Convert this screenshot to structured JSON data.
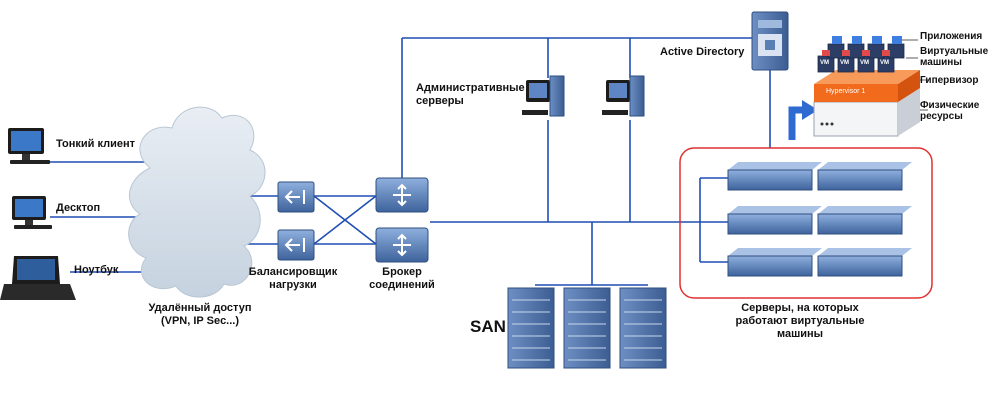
{
  "colors": {
    "link_line": "#1f4fb5",
    "server_cluster_outline": "#e03030",
    "hypervisor_layer": "#f26b1d",
    "device_blue": "#5a7fb5",
    "cloud_fill": "#d6e0ea"
  },
  "clients": {
    "thin_client": "Тонкий клиент",
    "desktop": "Десктоп",
    "laptop": "Ноутбук"
  },
  "remote_access": {
    "line1": "Удалённый доступ",
    "line2": "(VPN, IP Sec...)"
  },
  "load_balancer": {
    "line1": "Балансировщик",
    "line2": "нагрузки"
  },
  "connection_broker": {
    "line1": "Брокер",
    "line2": "соединений"
  },
  "admin_servers": {
    "line1": "Административные",
    "line2": "серверы"
  },
  "active_directory": "Active Directory",
  "san": "SAN",
  "vm_servers": {
    "line1": "Серверы, на которых",
    "line2": "работают виртуальные",
    "line3": "машины"
  },
  "stack": {
    "apps": "Приложения",
    "vms_line1": "Виртуальные",
    "vms_line2": "машины",
    "hypervisor": "Гипервизор",
    "physical_line1": "Физические",
    "physical_line2": "ресурсы",
    "hypervisor_badge": "Hypervisor 1",
    "vm_tag": "VM"
  }
}
